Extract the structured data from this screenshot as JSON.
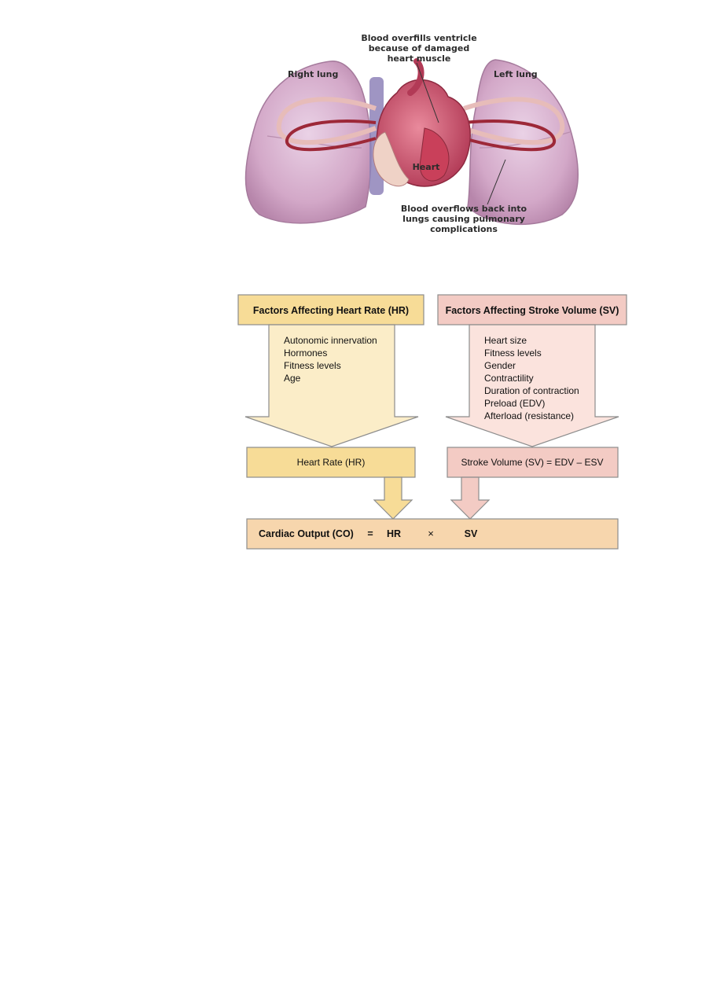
{
  "illustration": {
    "labels": {
      "top_callout": [
        "Blood overfills ventricle",
        "because of damaged",
        "heart muscle"
      ],
      "right_lung": "Right lung",
      "left_lung": "Left lung",
      "heart": "Heart",
      "bottom_callout": [
        "Blood overflows back into",
        "lungs causing pulmonary",
        "complications"
      ]
    }
  },
  "flowchart": {
    "hr_header": "Factors Affecting Heart Rate (HR)",
    "hr_factors": [
      "Autonomic innervation",
      "Hormones",
      "Fitness levels",
      "Age"
    ],
    "sv_header": "Factors Affecting Stroke Volume (SV)",
    "sv_factors": [
      "Heart size",
      "Fitness levels",
      "Gender",
      "Contractility",
      "Duration of contraction",
      "Preload (EDV)",
      "Afterload (resistance)"
    ],
    "hr_result": "Heart Rate (HR)",
    "sv_result": "Stroke Volume (SV) = EDV – ESV",
    "co_label": "Cardiac Output (CO)",
    "co_equals": "=",
    "co_hr": "HR",
    "co_times": "×",
    "co_sv": "SV",
    "colors": {
      "hr_fill": "#fbedc8",
      "hr_header_fill": "#f7dc97",
      "sv_fill": "#fbe3dd",
      "sv_header_fill": "#f3cbc4",
      "co_fill": "#f7d6ad",
      "stroke": "#8d8d8d"
    }
  }
}
